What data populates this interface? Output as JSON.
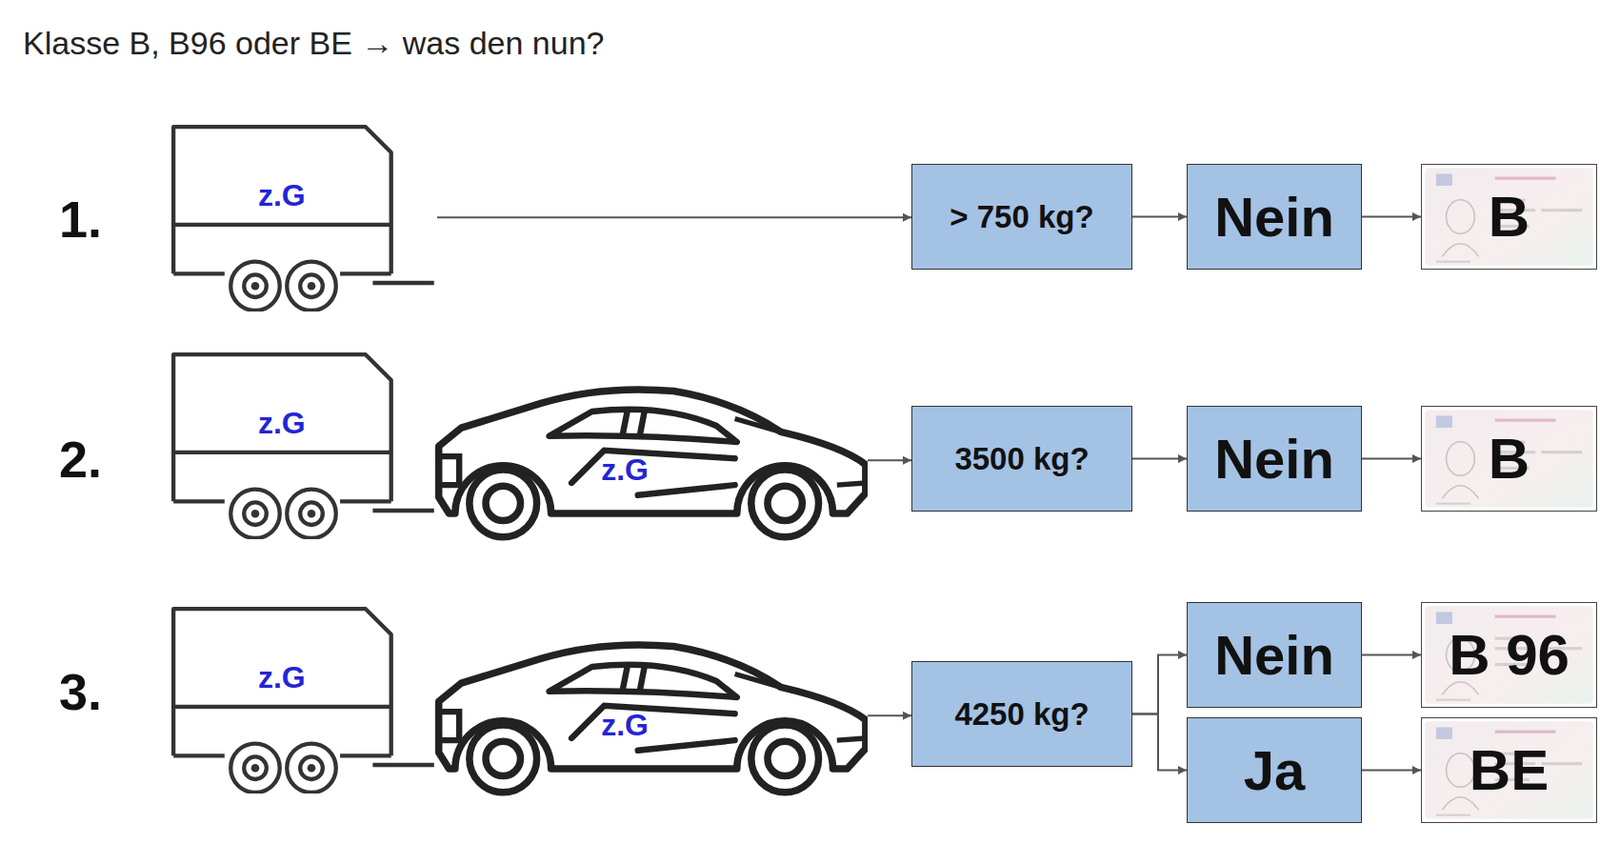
{
  "diagram": {
    "title": "Klasse B, B96 oder BE → was den nun?",
    "nodes": [
      {
        "text": [
          "z.G"
        ]
      },
      {
        "text": [
          "> 750 kg?"
        ]
      },
      {
        "text": [
          "Nein"
        ]
      },
      {
        "text": [
          "B"
        ]
      },
      {
        "text": [
          "z.G"
        ]
      },
      {
        "text": [
          "z.G"
        ]
      },
      {
        "text": [
          "3500 kg?"
        ]
      },
      {
        "text": [
          "Nein"
        ]
      },
      {
        "text": [
          "B"
        ]
      },
      {
        "text": [
          "z.G"
        ]
      },
      {
        "text": [
          "z.G"
        ]
      },
      {
        "text": [
          "4250 kg?"
        ]
      },
      {
        "text": [
          "Nein"
        ]
      },
      {
        "text": [
          "B 96"
        ]
      },
      {
        "text": [
          "Ja"
        ]
      },
      {
        "text": [
          "BE"
        ]
      }
    ],
    "edges": [
      {
        "from": 0,
        "to": 1,
        "arrow": "to"
      },
      {
        "from": 1,
        "to": 2,
        "arrow": "to"
      },
      {
        "from": 2,
        "to": 3,
        "arrow": "to"
      },
      {
        "from": 5,
        "to": 6,
        "arrow": "to"
      },
      {
        "from": 6,
        "to": 7,
        "arrow": "to"
      },
      {
        "from": 7,
        "to": 8,
        "arrow": "to"
      },
      {
        "from": 10,
        "to": 11,
        "arrow": "to"
      },
      {
        "from": 11,
        "to": 12,
        "arrow": "to"
      },
      {
        "from": 12,
        "to": 13,
        "arrow": "to"
      },
      {
        "from": 11,
        "to": 14,
        "arrow": "to"
      },
      {
        "from": 14,
        "to": 15,
        "arrow": "to"
      }
    ],
    "labels": [
      "1.",
      "2.",
      "3."
    ]
  }
}
